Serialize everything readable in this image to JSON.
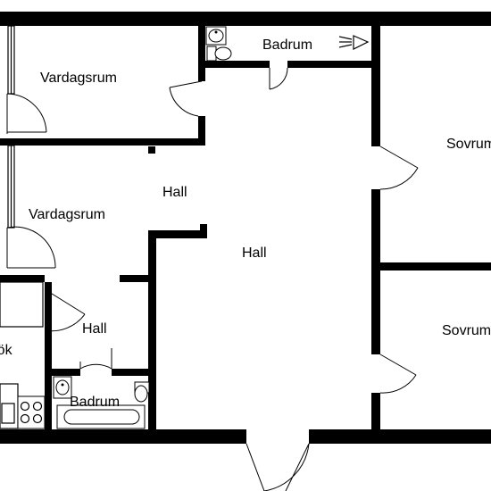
{
  "rooms": {
    "living_top": "Vardagsrum",
    "living_mid": "Vardagsrum",
    "bath_top": "Badrum",
    "bath_bottom": "Badrum",
    "hall_upper": "Hall",
    "hall_main": "Hall",
    "hall_small": "Hall",
    "bedroom_top": "Sovrum",
    "bedroom_bottom": "Sovrum",
    "kitchen": "Kök"
  },
  "colors": {
    "walls": "#000000",
    "background": "#ffffff"
  }
}
